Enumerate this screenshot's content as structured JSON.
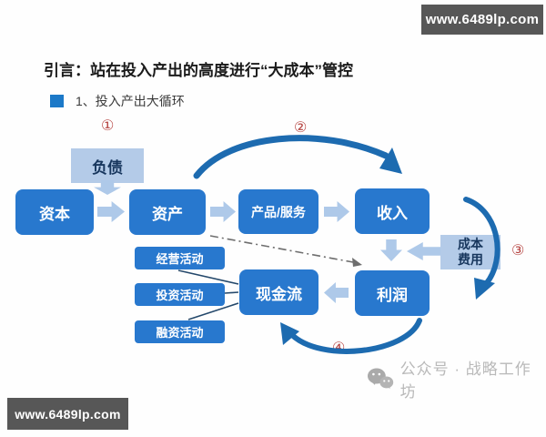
{
  "page": {
    "title": "引言：站在投入产出的高度进行“大成本”管控",
    "section_label": "1、投入产出大循环"
  },
  "watermarks": {
    "site_top_right": "www.6489lp.com",
    "site_bottom_left": "www.6489lp.com",
    "wechat_account": "公众号 · 战略工作坊"
  },
  "diagram": {
    "markers": {
      "step1": "①",
      "step2": "②",
      "step3": "③",
      "step4": "④"
    },
    "nodes": {
      "capital": "资本",
      "liabilities": "负债",
      "assets": "资产",
      "products_services": "产品/服务",
      "income": "收入",
      "cost_line1": "成本",
      "cost_line2": "费用",
      "profit": "利润",
      "cashflow": "现金流",
      "operating_activities": "经营活动",
      "investing_activities": "投资活动",
      "financing_activities": "融资活动"
    }
  },
  "colors": {
    "node_blue": "#2878ce",
    "light_blue_arrow": "#aec9e9",
    "soft_box_blue": "#b4cbe8",
    "curve_arrow_blue": "#1d6bb0",
    "marker_red": "#b5413e",
    "site_box_gray": "#575757",
    "watermark_gray": "#b9b9b9"
  }
}
